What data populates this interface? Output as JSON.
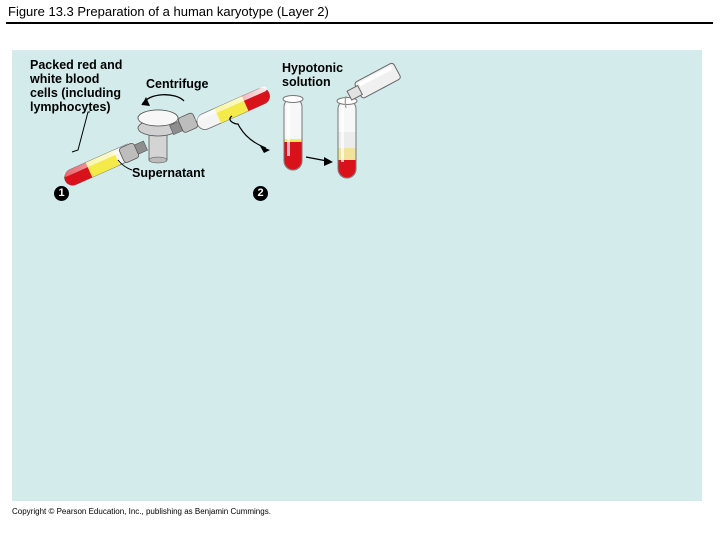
{
  "title": "Figure 13.3  Preparation of a human karyotype (Layer 2)",
  "labels": {
    "packed_cells": "Packed red and\nwhite blood\ncells (including\nlymphocytes)",
    "centrifuge": "Centrifuge",
    "supernatant": "Supernatant",
    "hypotonic": "Hypotonic\nsolution"
  },
  "steps": [
    "1",
    "2"
  ],
  "copyright": "Copyright © Pearson Education, Inc., publishing as Benjamin Cummings.",
  "colors": {
    "panel": "#d3ebeb",
    "blood_red": "#d9111b",
    "supernatant_yellow": "#f4ea4a",
    "step_badge": "#000000"
  }
}
